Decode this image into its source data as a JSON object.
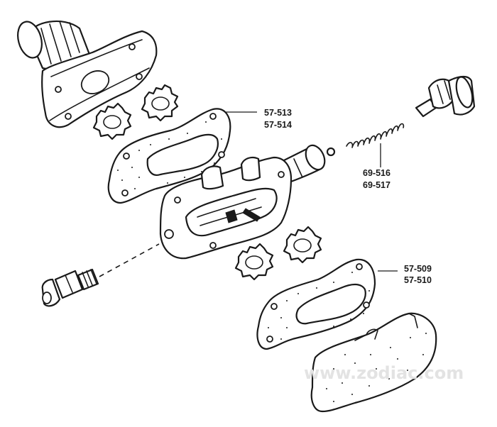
{
  "labels": {
    "cover_gasket_a": "57-513",
    "cover_gasket_b": "57-514",
    "spring_a": "69-516",
    "spring_b": "69-517",
    "body_gasket_a": "57-509",
    "body_gasket_b": "57-510"
  },
  "watermark": "www.zodiac.com",
  "colors": {
    "line": "#1a1a1a",
    "background": "#ffffff"
  }
}
